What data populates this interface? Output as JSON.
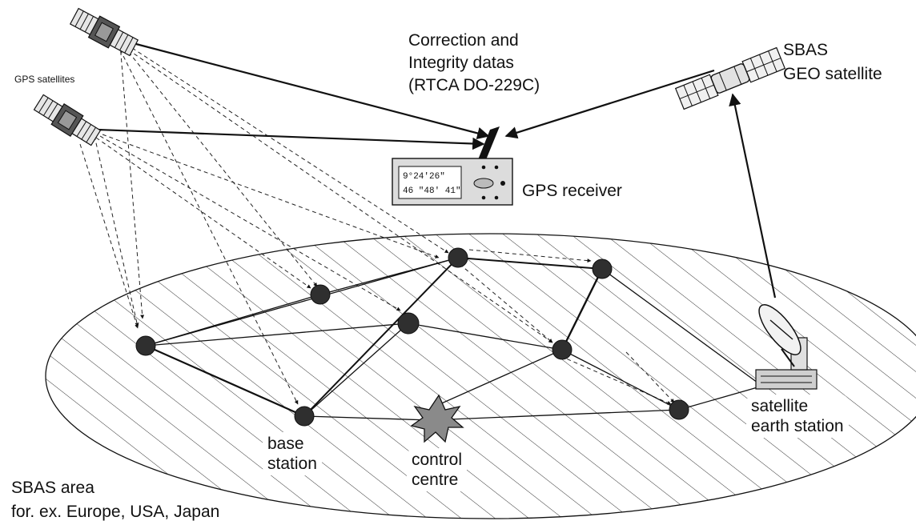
{
  "labels": {
    "gps_satellites": "GPS satellites",
    "correction_line1": "Correction and",
    "correction_line2": "Integrity datas",
    "correction_line3": "(RTCA DO-229C)",
    "sbas_line1": "SBAS",
    "sbas_line2": "GEO satellite",
    "gps_receiver": "GPS receiver",
    "receiver_lat": "9°24'26\"",
    "receiver_lon": "46 \"48' 41\"",
    "base_line1": "base",
    "base_line2": "station",
    "control_line1": "control",
    "control_line2": "centre",
    "earth_line1": "satellite",
    "earth_line2": "earth station",
    "area_line1": "SBAS area",
    "area_line2": "for. ex. Europe, USA, Japan"
  },
  "colors": {
    "line": "#111111",
    "station_fill": "#2f2f2f",
    "control_fill": "#8a8a8a",
    "device_fill": "#d8d8d8"
  }
}
